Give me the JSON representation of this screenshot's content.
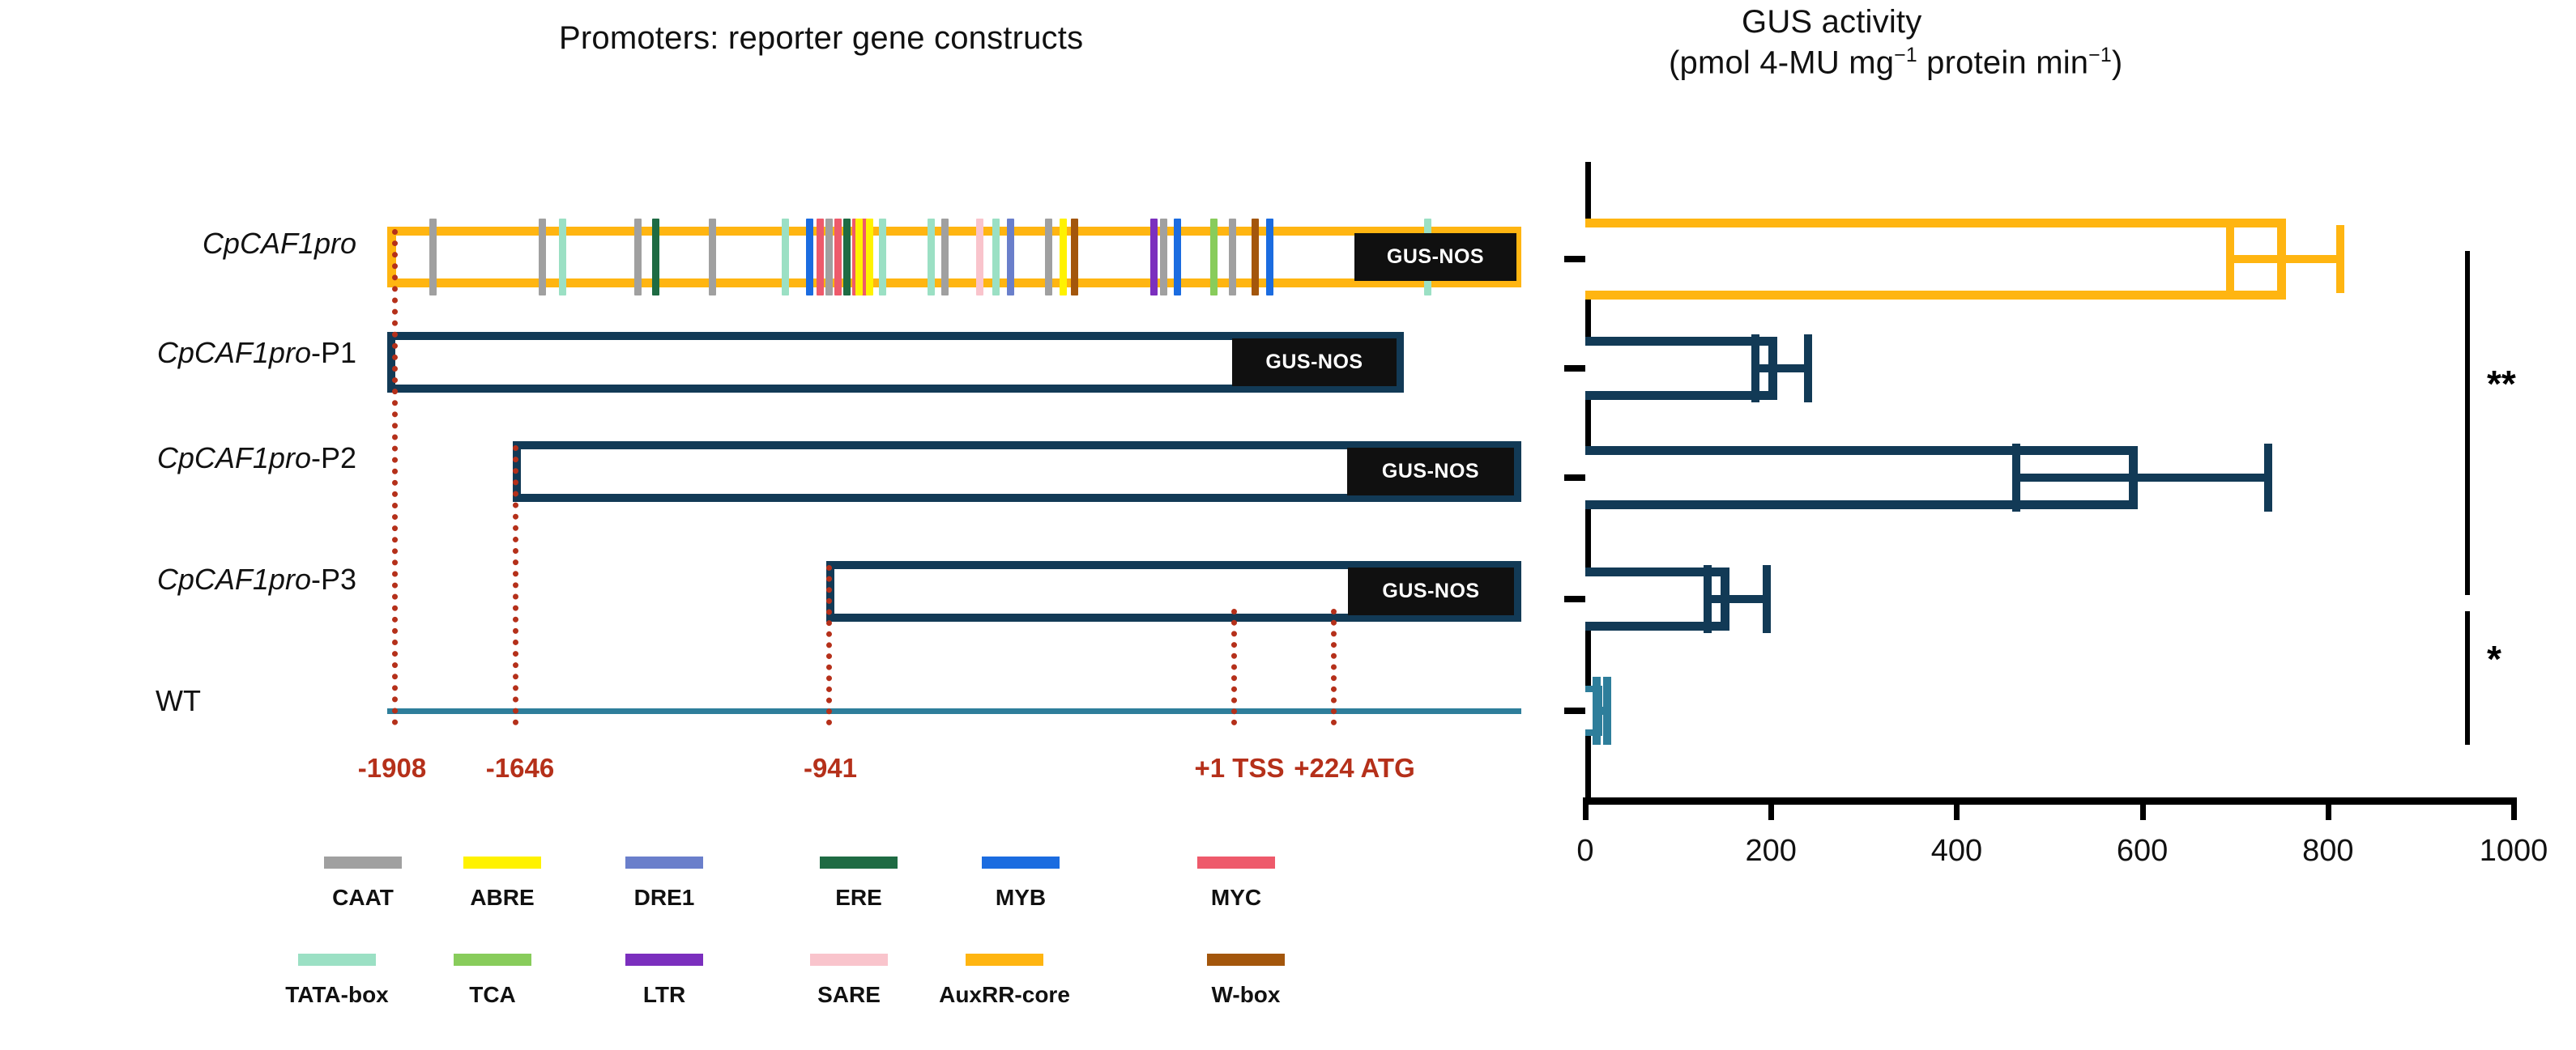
{
  "left_panel": {
    "title": "Promoters: reporter gene constructs",
    "rows": [
      {
        "label_italic": "CpCAF1pro",
        "label_plain": ""
      },
      {
        "label_italic": "CpCAF1pro",
        "label_plain": "-P1"
      },
      {
        "label_italic": "CpCAF1pro",
        "label_plain": "-P2"
      },
      {
        "label_italic": "CpCAF1pro",
        "label_plain": "-P3"
      },
      {
        "label_italic": "",
        "label_plain": "WT"
      }
    ],
    "reporter_label": "GUS-NOS",
    "position_markers": [
      {
        "label": "-1908",
        "x": 484
      },
      {
        "label": "-1646",
        "x": 633
      },
      {
        "label": "-941",
        "x": 1020
      },
      {
        "label": "+1 TSS",
        "x": 1520
      },
      {
        "label": "+224 ATG",
        "x": 1643
      }
    ]
  },
  "legend": {
    "row1": [
      {
        "name": "CAAT",
        "color": "#A0A0A0"
      },
      {
        "name": "ABRE",
        "color": "#FFF200"
      },
      {
        "name": "DRE1",
        "color": "#6A7FCB"
      },
      {
        "name": "ERE",
        "color": "#1E6B43"
      },
      {
        "name": "MYB",
        "color": "#1B6CE0"
      },
      {
        "name": "MYC",
        "color": "#EE5A6B"
      }
    ],
    "row2": [
      {
        "name": "TATA-box",
        "color": "#9BE0C4"
      },
      {
        "name": "TCA",
        "color": "#88CC5B"
      },
      {
        "name": "LTR",
        "color": "#7B2FBE"
      },
      {
        "name": "SARE",
        "color": "#F9C4CC"
      },
      {
        "name": "AuxRR-core",
        "color": "#FFB511"
      },
      {
        "name": "W-box",
        "color": "#A3560C"
      }
    ]
  },
  "motifs": [
    {
      "x": 530,
      "type": "CAAT"
    },
    {
      "x": 665,
      "type": "CAAT"
    },
    {
      "x": 690,
      "type": "TATA-box"
    },
    {
      "x": 783,
      "type": "CAAT"
    },
    {
      "x": 805,
      "type": "ERE"
    },
    {
      "x": 875,
      "type": "CAAT"
    },
    {
      "x": 965,
      "type": "TATA-box"
    },
    {
      "x": 995,
      "type": "MYB"
    },
    {
      "x": 1008,
      "type": "MYC"
    },
    {
      "x": 1019,
      "type": "CAAT"
    },
    {
      "x": 1030,
      "type": "MYC"
    },
    {
      "x": 1041,
      "type": "ERE"
    },
    {
      "x": 1052,
      "type": "MYC"
    },
    {
      "x": 1063,
      "type": "MYC"
    },
    {
      "x": 1056,
      "type": "ABRE"
    },
    {
      "x": 1069,
      "type": "ABRE"
    },
    {
      "x": 1085,
      "type": "TATA-box"
    },
    {
      "x": 1145,
      "type": "TATA-box"
    },
    {
      "x": 1162,
      "type": "CAAT"
    },
    {
      "x": 1205,
      "type": "SARE"
    },
    {
      "x": 1225,
      "type": "TATA-box"
    },
    {
      "x": 1243,
      "type": "DRE1"
    },
    {
      "x": 1290,
      "type": "CAAT"
    },
    {
      "x": 1308,
      "type": "ABRE"
    },
    {
      "x": 1322,
      "type": "W-box"
    },
    {
      "x": 1420,
      "type": "LTR"
    },
    {
      "x": 1432,
      "type": "CAAT"
    },
    {
      "x": 1449,
      "type": "MYB"
    },
    {
      "x": 1494,
      "type": "TCA"
    },
    {
      "x": 1517,
      "type": "CAAT"
    },
    {
      "x": 1545,
      "type": "W-box"
    },
    {
      "x": 1563,
      "type": "MYB"
    },
    {
      "x": 1758,
      "type": "TATA-box"
    }
  ],
  "right_panel": {
    "title_line1": "GUS activity",
    "title_line2_prefix": "(pmol 4-MU mg",
    "title_line2_mid": " protein min",
    "title_line2_suffix": ")",
    "superscript": "−1"
  },
  "chart_data": {
    "type": "bar",
    "orientation": "horizontal",
    "title": "GUS activity (pmol 4-MU mg−1 protein min−1)",
    "xlabel": "",
    "ylabel": "",
    "categories": [
      "CpCAF1pro",
      "CpCAF1pro-P1",
      "CpCAF1pro-P2",
      "CpCAF1pro-P3",
      "WT"
    ],
    "values": [
      755,
      207,
      595,
      155,
      18
    ],
    "errors_low": [
      65,
      28,
      135,
      28,
      10
    ],
    "errors_high": [
      63,
      37,
      145,
      45,
      10
    ],
    "colors": [
      "#FFB511",
      "#123A56",
      "#123A56",
      "#123A56",
      "#2E7E9B"
    ],
    "xlim": [
      0,
      1000
    ],
    "xticks": [
      0,
      200,
      400,
      600,
      800,
      1000
    ],
    "xticklabels": [
      "0",
      "200",
      "400",
      "600",
      "800",
      "1000"
    ],
    "grid": false,
    "legend": "none",
    "annotations": [
      {
        "text": "**",
        "meaning": "significance bracket spanning CpCAF1pro to CpCAF1pro-P3"
      },
      {
        "text": "*",
        "meaning": "significance bracket spanning CpCAF1pro-P3 to WT"
      }
    ]
  }
}
